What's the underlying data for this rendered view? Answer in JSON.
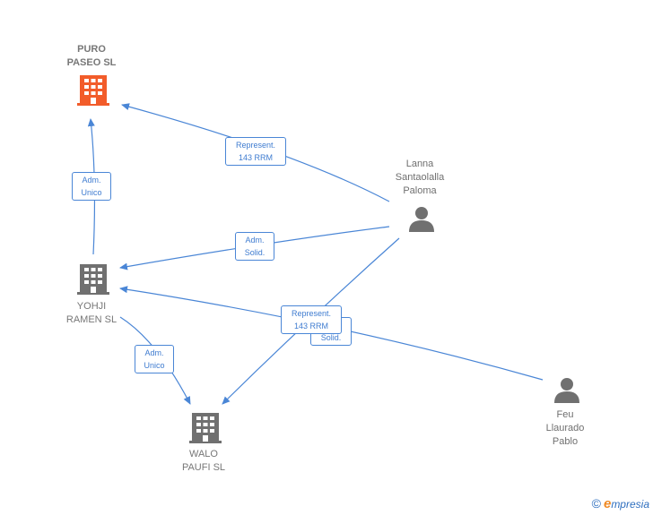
{
  "nodes": {
    "puro_paseo": {
      "label_line1": "PURO",
      "label_line2": "PASEO  SL",
      "icon": "building-icon",
      "color": "#f25c2a"
    },
    "yohji_ramen": {
      "label_line1": "YOHJI",
      "label_line2": "RAMEN  SL",
      "icon": "building-icon",
      "color": "#707070"
    },
    "walo_paufi": {
      "label_line1": "WALO",
      "label_line2": "PAUFI  SL",
      "icon": "building-icon",
      "color": "#707070"
    },
    "lanna": {
      "label_line1": "Lanna",
      "label_line2": "Santaolalla",
      "label_line3": "Paloma",
      "icon": "person-icon",
      "color": "#707070"
    },
    "feu": {
      "label_line1": "Feu",
      "label_line2": "Llaurado",
      "label_line3": "Pablo",
      "icon": "person-icon",
      "color": "#707070"
    }
  },
  "edges": {
    "lanna_puro": {
      "line1": "Represent.",
      "line2": "143 RRM"
    },
    "yohji_puro": {
      "line1": "Adm.",
      "line2": "Unico"
    },
    "lanna_yohji": {
      "line1": "Adm.",
      "line2": "Solid."
    },
    "yohji_walo": {
      "line1": "Adm.",
      "line2": "Unico"
    },
    "lanna_walo": {
      "line1": "Adm.",
      "line2": "Solid."
    },
    "feu_yohji": {
      "line1": "Represent.",
      "line2": "143 RRM"
    }
  },
  "colors": {
    "edge": "#4a86d6",
    "accent": "#f25c2a",
    "icon": "#707070"
  },
  "watermark": {
    "symbol": "©",
    "brand_initial": "e",
    "brand_rest": "mpresia"
  }
}
